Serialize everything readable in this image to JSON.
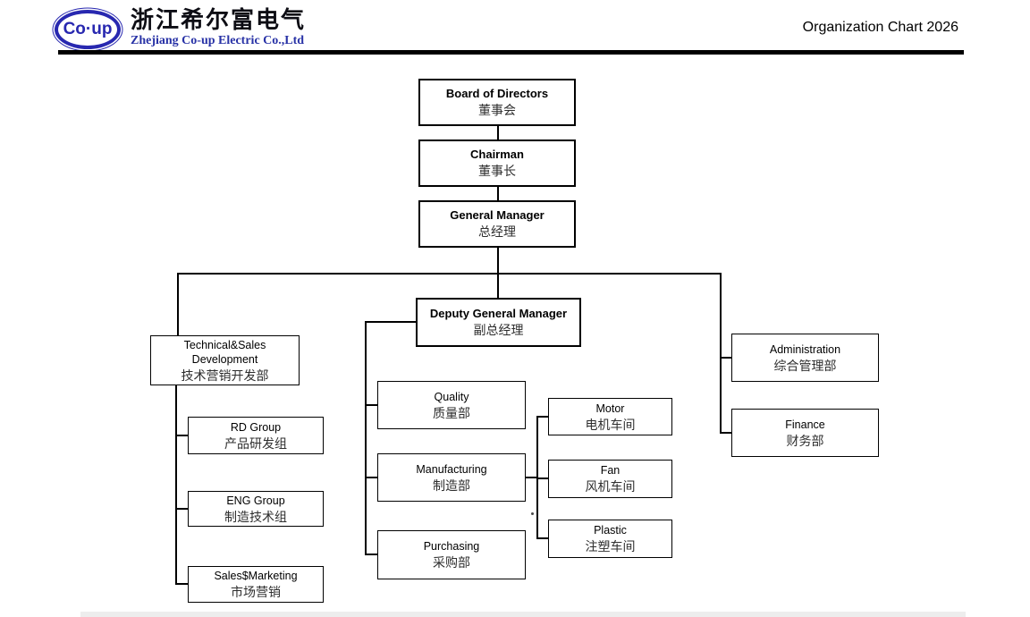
{
  "header": {
    "logo_badge": "Co·up",
    "company_name_zh": "浙江希尔富电气",
    "company_name_en": "Zhejiang Co-up Electric Co.,Ltd",
    "title": "Organization Chart 2026"
  },
  "colors": {
    "logo_blue": "#2828b0",
    "line_color": "#000000",
    "background": "#ffffff"
  },
  "nodes": {
    "board": {
      "en": "Board of Directors",
      "zh": "董事会"
    },
    "chairman": {
      "en": "Chairman",
      "zh": "董事长"
    },
    "general_manager": {
      "en": "General Manager",
      "zh": "总经理"
    },
    "deputy_general_manager": {
      "en": "Deputy General Manager",
      "zh": "副总经理"
    },
    "technical_sales_development": {
      "en": "Technical&Sales Development",
      "zh": "技术营销开发部"
    },
    "rd_group": {
      "en": "RD Group",
      "zh": "产品研发组"
    },
    "eng_group": {
      "en": "ENG Group",
      "zh": "制造技术组"
    },
    "sales_marketing": {
      "en": "Sales$Marketing",
      "zh": "市场营销"
    },
    "quality": {
      "en": "Quality",
      "zh": "质量部"
    },
    "manufacturing": {
      "en": "Manufacturing",
      "zh": "制造部"
    },
    "purchasing": {
      "en": "Purchasing",
      "zh": "采购部"
    },
    "motor": {
      "en": "Motor",
      "zh": "电机车间"
    },
    "fan": {
      "en": "Fan",
      "zh": "风机车间"
    },
    "plastic": {
      "en": "Plastic",
      "zh": "注塑车间"
    },
    "administration": {
      "en": "Administration",
      "zh": "综合管理部"
    },
    "finance": {
      "en": "Finance",
      "zh": "财务部"
    }
  }
}
